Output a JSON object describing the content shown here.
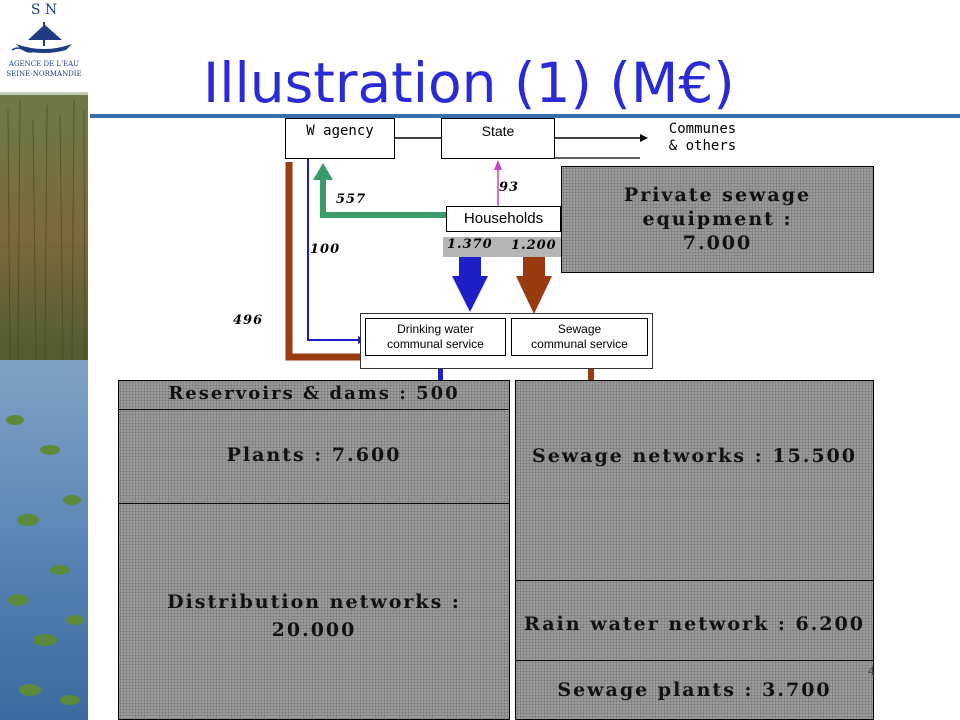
{
  "title": "Illustration (1) (M€)",
  "logo": {
    "letters": "S  N",
    "line1": "AGENCE DE L'EAU",
    "line2": "SEINE-NORMANDIE"
  },
  "nodes": {
    "w_agency": "W agency",
    "state": "State",
    "communes": "Communes\n& others",
    "households": "Households",
    "drinking": "Drinking water\ncommunal service",
    "sewage_service": "Sewage\ncommunal service"
  },
  "flows": {
    "agency_from_households": "557",
    "state_from_households": "93",
    "agency_to_drinking": "100",
    "agency_to_sewage": "496",
    "households_to_drinking": "1.370",
    "households_to_sewage": "1.200"
  },
  "assets": {
    "private_sewage": "Private sewage equipment :\n7.000",
    "reservoirs": "Reservoirs & dams : 500",
    "plants": "Plants : 7.600",
    "distribution": "Distribution networks :\n20.000",
    "sewage_networks": "Sewage networks : 15.500",
    "rain_water": "Rain water network : 6.200",
    "sewage_plants": "Sewage plants : 3.700"
  },
  "page_marker": "4",
  "colors": {
    "title": "#2b2bd6",
    "blue_flow": "#1f1fc8",
    "green_flow": "#3a9a6a",
    "brown_flow": "#9a3a10",
    "pink_flow": "#d040c0",
    "hatch": "#9b9b9b"
  }
}
